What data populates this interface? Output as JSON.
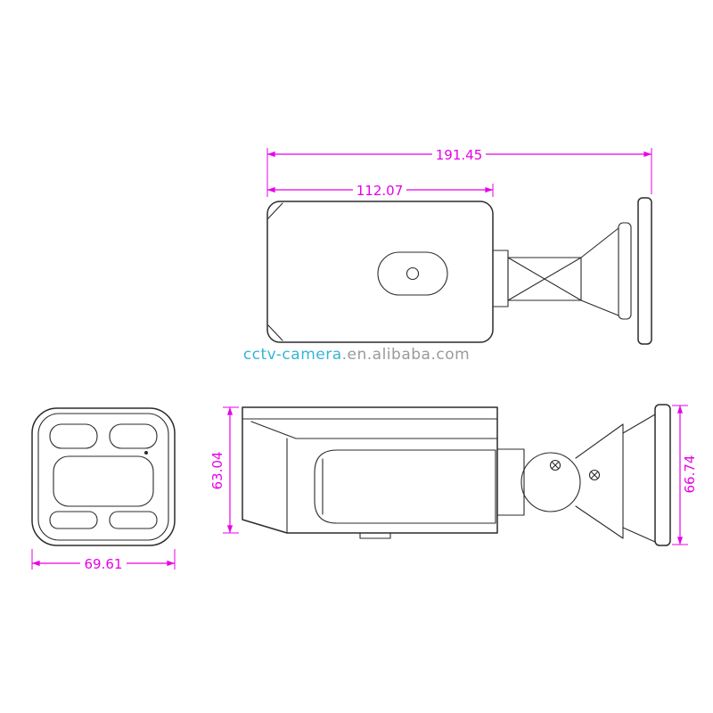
{
  "dimensions": {
    "total_length": "191.45",
    "body_length": "112.07",
    "body_height": "63.04",
    "mount_height": "66.74",
    "body_width": "69.61"
  },
  "watermark": {
    "brand": "cctv-camera",
    "suffix": ".en.alibaba.com"
  },
  "colors": {
    "line": "#2b2b2b",
    "dimension": "#e800e8",
    "watermark_brand": "#35b5d5",
    "watermark_suffix": "#9a9a9a"
  }
}
